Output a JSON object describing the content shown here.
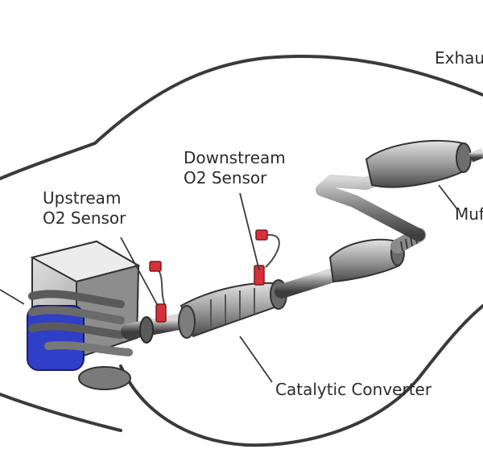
{
  "labels": {
    "exhaust": "Exhau",
    "downstream": [
      "Downstream",
      "O2 Sensor"
    ],
    "upstream": [
      "Upstream",
      "O2 Sensor"
    ],
    "muffler": "Muf",
    "catalytic": "Catalytic Converter"
  },
  "colors": {
    "outline": "#3a3a3a",
    "metal_dark": "#5e5e5e",
    "metal_mid": "#9a9a9a",
    "metal_light": "#d6d6d6",
    "sensor_red": "#d6313a",
    "engine_blue": "#3040c8"
  }
}
